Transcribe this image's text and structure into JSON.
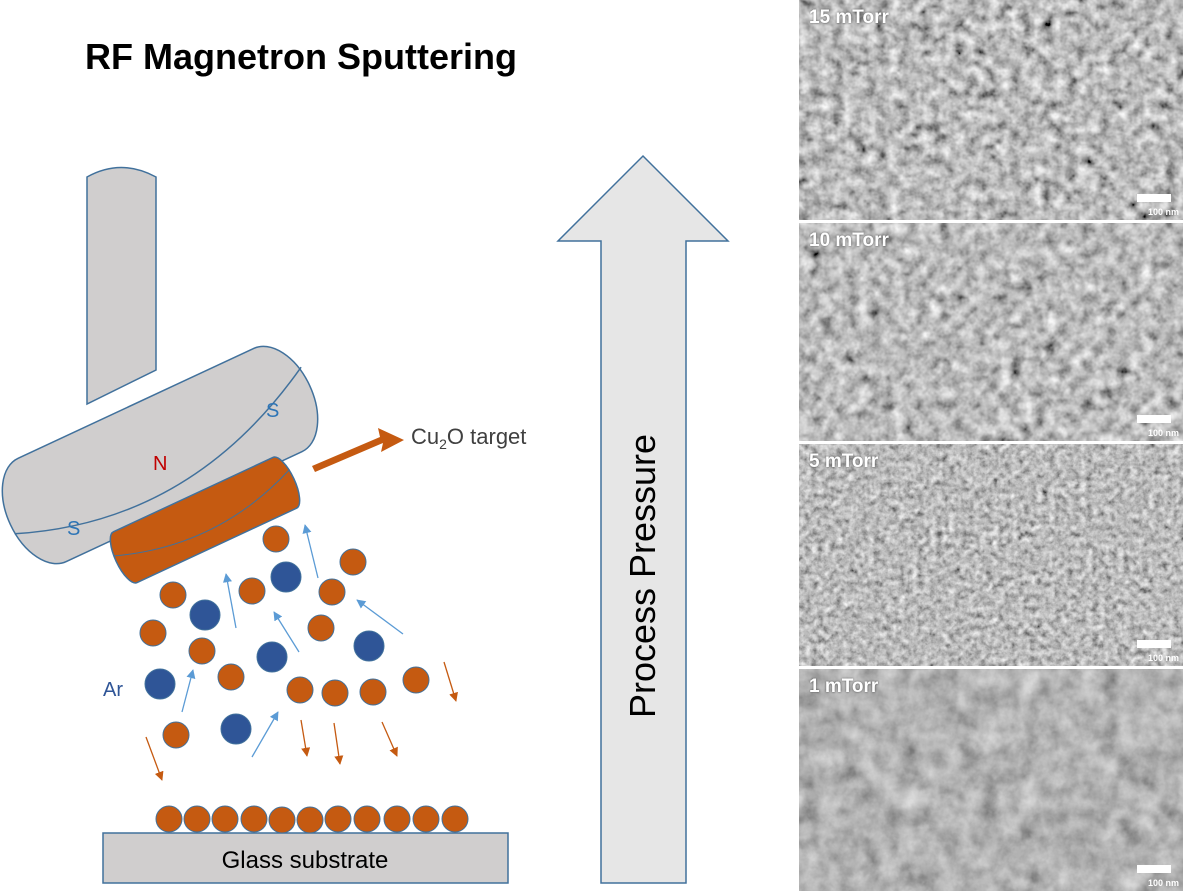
{
  "title": "RF Magnetron Sputtering",
  "magnet": {
    "pole_left": "S",
    "pole_center": "N",
    "pole_right": "S"
  },
  "labels": {
    "target_base": "Cu",
    "target_sub": "2",
    "target_rest": "O target",
    "ar": "Ar",
    "substrate": "Glass substrate",
    "process_pressure": "Process Pressure"
  },
  "colors": {
    "copper": "#c55a11",
    "argon": "#2f5597",
    "blue_arrow": "#5b9bd5",
    "housing_fill": "#d0cece",
    "housing_stroke": "#41719c",
    "pole_s": "#2e75b6",
    "pole_n": "#c00000"
  },
  "sem_panels": [
    {
      "label": "15 mTorr",
      "scale": "100 nm"
    },
    {
      "label": "10 mTorr",
      "scale": "100 nm"
    },
    {
      "label": "5 mTorr",
      "scale": "100 nm"
    },
    {
      "label": "1 mTorr",
      "scale": "100 nm"
    }
  ]
}
